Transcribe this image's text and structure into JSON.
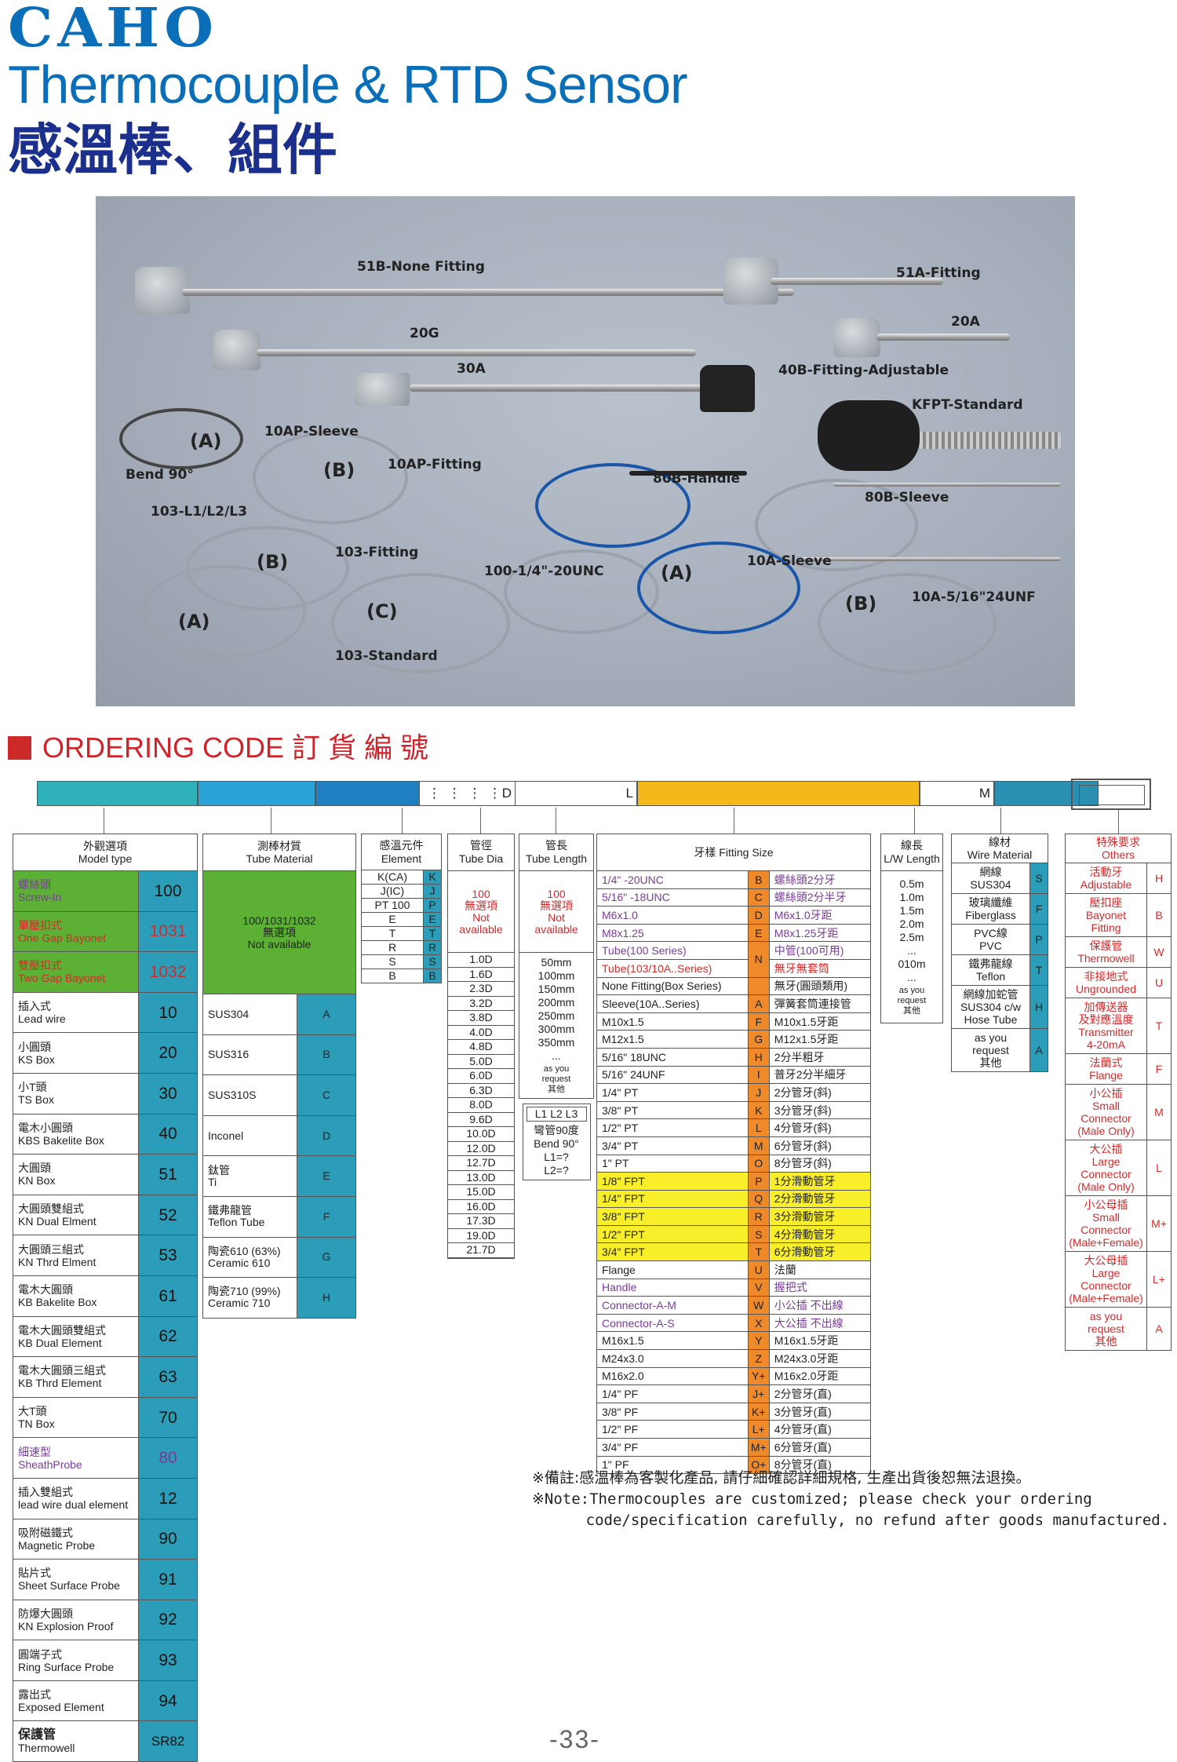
{
  "brand": "CAHO",
  "title_en": "Thermocouple & RTD Sensor",
  "title_zh": "感溫棒、組件",
  "photo_labels": {
    "l51b": "51B-None Fitting",
    "l51a": "51A-Fitting",
    "l20a": "20A",
    "l20g": "20G",
    "l30a": "30A",
    "l40b": "40B-Fitting-Adjustable",
    "lkfpt": "KFPT-Standard",
    "l10ap_s": "10AP-Sleeve",
    "l10ap_f": "10AP-Fitting",
    "lbend": "Bend 90°",
    "l103l": "103-L1/L2/L3",
    "l80bh": "80B-Handle",
    "l80bs": "80B-Sleeve",
    "l103f": "103-Fitting",
    "l100": "100-1/4\"-20UNC",
    "l10as": "10A-Sleeve",
    "l10a5": "10A-5/16\"24UNF",
    "l103s": "103-Standard",
    "la1": "(A)",
    "lb1": "(B)",
    "la2": "(A)",
    "lb2": "(B)",
    "lc1": "(C)",
    "la3": "(A)",
    "lb3": "(B)"
  },
  "ordering_title": "ORDERING CODE  訂 貨 編 號",
  "codebar": {
    "d": "D",
    "l": "L",
    "m": "M"
  },
  "model": {
    "header_zh": "外觀選項",
    "header_en": "Model type",
    "rows": [
      {
        "zh": "螺絲頭",
        "en": "Screw-In",
        "code": "100"
      },
      {
        "zh": "單壓扣式",
        "en": "One Gap Bayonet",
        "code": "1031"
      },
      {
        "zh": "雙壓扣式",
        "en": "Two Gap Bayonet",
        "code": "1032"
      },
      {
        "zh": "插入式",
        "en": "Lead wire",
        "code": "10"
      },
      {
        "zh": "小圓頭",
        "en": "KS Box",
        "code": "20"
      },
      {
        "zh": "小T頭",
        "en": "TS Box",
        "code": "30"
      },
      {
        "zh": "電木小圓頭",
        "en": "KBS Bakelite Box",
        "code": "40"
      },
      {
        "zh": "大圓頭",
        "en": "KN Box",
        "code": "51"
      },
      {
        "zh": "大圓頭雙組式",
        "en": "KN Dual Elment",
        "code": "52"
      },
      {
        "zh": "大圓頭三組式",
        "en": "KN Thrd Elment",
        "code": "53"
      },
      {
        "zh": "電木大圓頭",
        "en": "KB Bakelite Box",
        "code": "61"
      },
      {
        "zh": "電木大圓頭雙組式",
        "en": "KB Dual Element",
        "code": "62"
      },
      {
        "zh": "電木大圓頭三組式",
        "en": "KB Thrd Element",
        "code": "63"
      },
      {
        "zh": "大T頭",
        "en": "TN Box",
        "code": "70"
      },
      {
        "zh": "細速型",
        "en": "SheathProbe",
        "code": "80"
      },
      {
        "zh": "插入雙組式",
        "en": "lead wire dual element",
        "code": "12"
      },
      {
        "zh": "吸附磁鐵式",
        "en": "Magnetic Probe",
        "code": "90"
      },
      {
        "zh": "貼片式",
        "en": "Sheet Surface Probe",
        "code": "91"
      },
      {
        "zh": "防爆大圓頭",
        "en": "KN Explosion Proof",
        "code": "92"
      },
      {
        "zh": "圓端子式",
        "en": "Ring Surface Probe",
        "code": "93"
      },
      {
        "zh": "露出式",
        "en": "Exposed Element",
        "code": "94"
      },
      {
        "zh": "保護管",
        "en": "Thermowell",
        "code": "SR82"
      }
    ]
  },
  "tube": {
    "header_zh": "測棒材質",
    "header_en": "Tube Material",
    "na_line1": "100/1031/1032",
    "na_line2": "無選項",
    "na_line3": "Not available",
    "rows": [
      {
        "name": "SUS304",
        "code": "A"
      },
      {
        "name": "SUS316",
        "code": "B"
      },
      {
        "name": "SUS310S",
        "code": "C"
      },
      {
        "name": "Inconel",
        "code": "D"
      },
      {
        "name": "鈦管",
        "name2": "Ti",
        "code": "E"
      },
      {
        "name": "鐵弗龍管",
        "name2": "Teflon Tube",
        "code": "F"
      },
      {
        "name": "陶瓷610 (63%)",
        "name2": "Ceramic 610",
        "code": "G"
      },
      {
        "name": "陶瓷710 (99%)",
        "name2": "Ceramic 710",
        "code": "H"
      }
    ]
  },
  "element": {
    "header_zh": "感溫元件",
    "header_en": "Element",
    "rows": [
      {
        "name": "K(CA)",
        "code": "K"
      },
      {
        "name": "J(IC)",
        "code": "J"
      },
      {
        "name": "PT 100",
        "code": "P"
      },
      {
        "name": "E",
        "code": "E"
      },
      {
        "name": "T",
        "code": "T"
      },
      {
        "name": "R",
        "code": "R"
      },
      {
        "name": "S",
        "code": "S"
      },
      {
        "name": "B",
        "code": "B"
      }
    ]
  },
  "dia": {
    "header_zh": "管徑",
    "header_en": "Tube Dia",
    "na": [
      "100",
      "無選項",
      "Not",
      "available"
    ],
    "values": [
      "1.0D",
      "1.6D",
      "2.3D",
      "3.2D",
      "3.8D",
      "4.0D",
      "4.8D",
      "5.0D",
      "6.0D",
      "6.3D",
      "8.0D",
      "9.6D",
      "10.0D",
      "12.0D",
      "12.7D",
      "13.0D",
      "15.0D",
      "16.0D",
      "17.3D",
      "19.0D",
      "21.7D"
    ]
  },
  "length": {
    "header_zh": "管長",
    "header_en": "Tube Length",
    "na": [
      "100",
      "無選項",
      "Not",
      "available"
    ],
    "values": [
      "50mm",
      "100mm",
      "150mm",
      "200mm",
      "250mm",
      "300mm",
      "350mm",
      "..."
    ],
    "request1": "as you",
    "request2": "request",
    "request3": "其他",
    "bend_codes": "L1  L2  L3",
    "bend_zh": "彎管90度",
    "bend_en": "Bend 90°",
    "bend_l1": "L1=?",
    "bend_l2": "L2=?"
  },
  "fitting": {
    "header": "牙樣 Fitting Size",
    "rows": [
      {
        "en": "1/4\" -20UNC",
        "code": "B",
        "zh": "螺絲頭2分牙",
        "color": "purple",
        "bg": ""
      },
      {
        "en": "5/16\" -18UNC",
        "code": "C",
        "zh": "螺絲頭2分半牙",
        "color": "purple",
        "bg": ""
      },
      {
        "en": "M6x1.0",
        "code": "D",
        "zh": "M6x1.0牙距",
        "color": "purple",
        "bg": ""
      },
      {
        "en": "M8x1.25",
        "code": "E",
        "zh": "M8x1.25牙距",
        "color": "purple",
        "bg": ""
      },
      {
        "en": "Tube(100 Series)",
        "code": "N",
        "zh": "中管(100可用)",
        "color": "purple",
        "bg": ""
      },
      {
        "en": "Tube(103/10A..Series)",
        "code": "",
        "zh": "無牙無套筒",
        "color": "red",
        "bg": ""
      },
      {
        "en": "None Fitting(Box Series)",
        "code": "",
        "zh": "無牙(圓頭類用)",
        "color": "",
        "bg": ""
      },
      {
        "en": "Sleeve(10A..Series)",
        "code": "A",
        "zh": "彈簧套筒連接管",
        "color": "",
        "bg": ""
      },
      {
        "en": "M10x1.5",
        "code": "F",
        "zh": "M10x1.5牙距",
        "color": "",
        "bg": ""
      },
      {
        "en": "M12x1.5",
        "code": "G",
        "zh": "M12x1.5牙距",
        "color": "",
        "bg": ""
      },
      {
        "en": "5/16\" 18UNC",
        "code": "H",
        "zh": "2分半粗牙",
        "color": "",
        "bg": ""
      },
      {
        "en": "5/16\" 24UNF",
        "code": "I",
        "zh": "普牙2分半細牙",
        "color": "",
        "bg": ""
      },
      {
        "en": "1/4\" PT",
        "code": "J",
        "zh": "2分管牙(斜)",
        "color": "",
        "bg": ""
      },
      {
        "en": "3/8\" PT",
        "code": "K",
        "zh": "3分管牙(斜)",
        "color": "",
        "bg": ""
      },
      {
        "en": "1/2\" PT",
        "code": "L",
        "zh": "4分管牙(斜)",
        "color": "",
        "bg": ""
      },
      {
        "en": "3/4\" PT",
        "code": "M",
        "zh": "6分管牙(斜)",
        "color": "",
        "bg": ""
      },
      {
        "en": "1\" PT",
        "code": "O",
        "zh": "8分管牙(斜)",
        "color": "",
        "bg": ""
      },
      {
        "en": "1/8\" FPT",
        "code": "P",
        "zh": "1分滑動管牙",
        "color": "",
        "bg": "yel"
      },
      {
        "en": "1/4\" FPT",
        "code": "Q",
        "zh": "2分滑動管牙",
        "color": "",
        "bg": "yel"
      },
      {
        "en": "3/8\" FPT",
        "code": "R",
        "zh": "3分滑動管牙",
        "color": "",
        "bg": "yel"
      },
      {
        "en": "1/2\" FPT",
        "code": "S",
        "zh": "4分滑動管牙",
        "color": "",
        "bg": "yel"
      },
      {
        "en": "3/4\" FPT",
        "code": "T",
        "zh": "6分滑動管牙",
        "color": "",
        "bg": "yel"
      },
      {
        "en": "Flange",
        "code": "U",
        "zh": "法蘭",
        "color": "",
        "bg": ""
      },
      {
        "en": "Handle",
        "code": "V",
        "zh": "握把式",
        "color": "purple",
        "bg": ""
      },
      {
        "en": "Connector-A-M",
        "code": "W",
        "zh": "小公插 不出線",
        "color": "purple",
        "bg": ""
      },
      {
        "en": "Connector-A-S",
        "code": "X",
        "zh": "大公插 不出線",
        "color": "purple",
        "bg": ""
      },
      {
        "en": "M16x1.5",
        "code": "Y",
        "zh": "M16x1.5牙距",
        "color": "",
        "bg": ""
      },
      {
        "en": "M24x3.0",
        "code": "Z",
        "zh": "M24x3.0牙距",
        "color": "",
        "bg": ""
      },
      {
        "en": "M16x2.0",
        "code": "Y+",
        "zh": "M16x2.0牙距",
        "color": "",
        "bg": ""
      },
      {
        "en": "1/4\" PF",
        "code": "J+",
        "zh": "2分管牙(直)",
        "color": "",
        "bg": ""
      },
      {
        "en": "3/8\" PF",
        "code": "K+",
        "zh": "3分管牙(直)",
        "color": "",
        "bg": ""
      },
      {
        "en": "1/2\" PF",
        "code": "L+",
        "zh": "4分管牙(直)",
        "color": "",
        "bg": ""
      },
      {
        "en": "3/4\" PF",
        "code": "M+",
        "zh": "6分管牙(直)",
        "color": "",
        "bg": ""
      },
      {
        "en": "1\" PF",
        "code": "O+",
        "zh": "8分管牙(直)",
        "color": "",
        "bg": ""
      }
    ]
  },
  "wire_length": {
    "header_zh": "線長",
    "header_en": "L/W Length",
    "values": [
      "0.5m",
      "1.0m",
      "1.5m",
      "2.0m",
      "2.5m",
      "...",
      "010m",
      "..."
    ],
    "request1": "as you",
    "request2": "request",
    "request3": "其他"
  },
  "wire_material": {
    "header_zh": "線材",
    "header_en": "Wire Material",
    "rows": [
      {
        "l1": "網線",
        "l2": "SUS304",
        "code": "S"
      },
      {
        "l1": "玻璃纖維",
        "l2": "Fiberglass",
        "code": "F"
      },
      {
        "l1": "PVC線",
        "l2": "PVC",
        "code": "P"
      },
      {
        "l1": "鐵弗龍線",
        "l2": "Teflon",
        "code": "T"
      },
      {
        "l1": "網線加蛇管",
        "l2": "SUS304 c/w",
        "l3": "Hose Tube",
        "code": "H"
      },
      {
        "l1": "as you",
        "l2": "request",
        "l3": "其他",
        "code": "A"
      }
    ]
  },
  "others": {
    "header_zh": "特殊要求",
    "header_en": "Others",
    "rows": [
      {
        "lines": [
          "活動牙",
          "Adjustable"
        ],
        "code": "H"
      },
      {
        "lines": [
          "壓扣座",
          "Bayonet",
          "Fitting"
        ],
        "code": "B"
      },
      {
        "lines": [
          "保護管",
          "Thermowell"
        ],
        "code": "W"
      },
      {
        "lines": [
          "非接地式",
          "Ungrounded"
        ],
        "code": "U"
      },
      {
        "lines": [
          "加傳送器",
          "及對應溫度",
          "Transmitter",
          "4-20mA"
        ],
        "code": "T"
      },
      {
        "lines": [
          "法蘭式",
          "Flange"
        ],
        "code": "F"
      },
      {
        "lines": [
          "小公插",
          "Small",
          "Connector",
          "(Male Only)"
        ],
        "code": "M"
      },
      {
        "lines": [
          "大公插",
          "Large",
          "Connector",
          "(Male Only)"
        ],
        "code": "L"
      },
      {
        "lines": [
          "小公母插",
          "Small",
          "Connector",
          "(Male+Female)"
        ],
        "code": "M+"
      },
      {
        "lines": [
          "大公母插",
          "Large",
          "Connector",
          "(Male+Female)"
        ],
        "code": "L+"
      },
      {
        "lines": [
          "as you",
          "request",
          "其他"
        ],
        "code": "A"
      }
    ]
  },
  "note_zh": "※備註:感溫棒為客製化產品, 請仔細確認詳細規格, 生產出貨後恕無法退換。",
  "note_en1": "※Note:Thermocouples are customized; please check your ordering",
  "note_en2": "      code/specification carefully, no refund after goods manufactured.",
  "page_number": "-33-"
}
